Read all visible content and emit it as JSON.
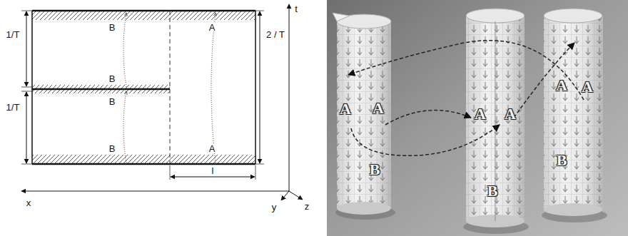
{
  "diagram": {
    "labels": [
      "B",
      "A",
      "1/T",
      "2 / T",
      "B",
      "B",
      "1/T",
      "B",
      "A",
      "l",
      "t",
      "x",
      "y",
      "z",
      "A",
      "A",
      "A",
      "A",
      "A",
      "A",
      "B",
      "B",
      "B"
    ]
  }
}
